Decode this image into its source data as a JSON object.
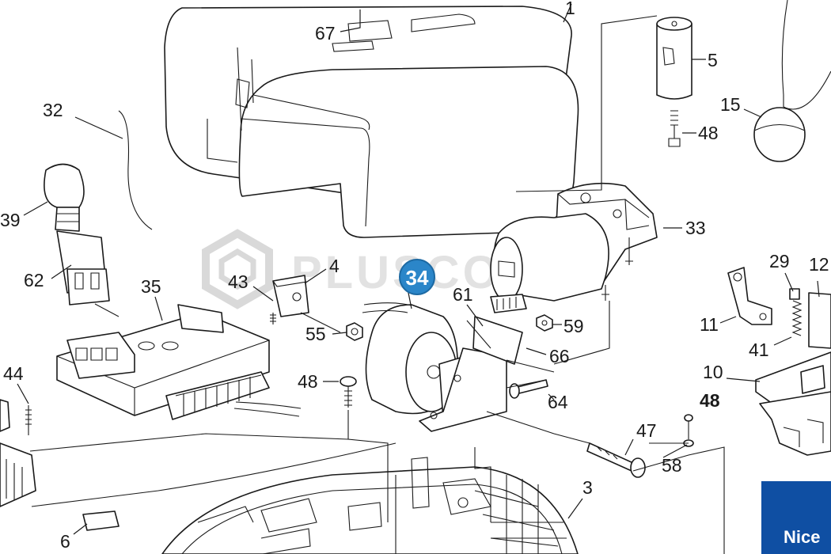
{
  "colors": {
    "line": "#1a1a1a",
    "badge": "#2b86c9",
    "brand_bg": "#0f4fa3",
    "watermark": "#e2e2e2"
  },
  "watermark": {
    "text": "PLUSCOMP",
    "icon": "hexagon-logo"
  },
  "highlight_badge": {
    "label": "34"
  },
  "brand_logo": {
    "text": "Nice"
  },
  "labels": {
    "l67": "67",
    "l1": "1",
    "l5": "5",
    "l48a": "48",
    "l15": "15",
    "l32": "32",
    "l39": "39",
    "l62": "62",
    "l33": "33",
    "l4": "4",
    "l43": "43",
    "l35": "35",
    "l61": "61",
    "l55": "55",
    "l59": "59",
    "l66": "66",
    "l29": "29",
    "l12": "12",
    "l11": "11",
    "l41": "41",
    "l44": "44",
    "l10": "10",
    "l48b": "48",
    "l64": "64",
    "l48c": "48",
    "l47": "47",
    "l58": "58",
    "l3": "3",
    "l6": "6"
  }
}
